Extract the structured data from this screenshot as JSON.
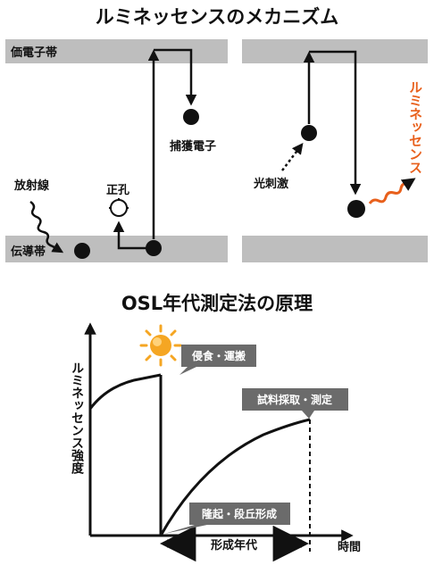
{
  "top": {
    "title": "ルミネッセンスのメカニズム",
    "valence_band_label": "価電子帯",
    "conduction_band_label": "伝導帯",
    "radiation_label": "放射線",
    "hole_label": "正孔",
    "trapped_electron_label": "捕獲電子",
    "light_stimulation_label": "光刺激",
    "luminescence_label": "ルミネッセンス",
    "luminescence_color": "#e8601c"
  },
  "bottom": {
    "title": "OSL年代測定法の原理",
    "ylabel": "ルミネッセンス強度",
    "xlabel": "時間",
    "period_label": "形成年代",
    "erosion_label": "侵食・運搬",
    "sampling_label": "試料採取・測定",
    "uplift_label": "隆起・段丘形成"
  },
  "colors": {
    "band": "#bebebe",
    "callout": "#6b6b6b",
    "sun": "#f5a623"
  }
}
